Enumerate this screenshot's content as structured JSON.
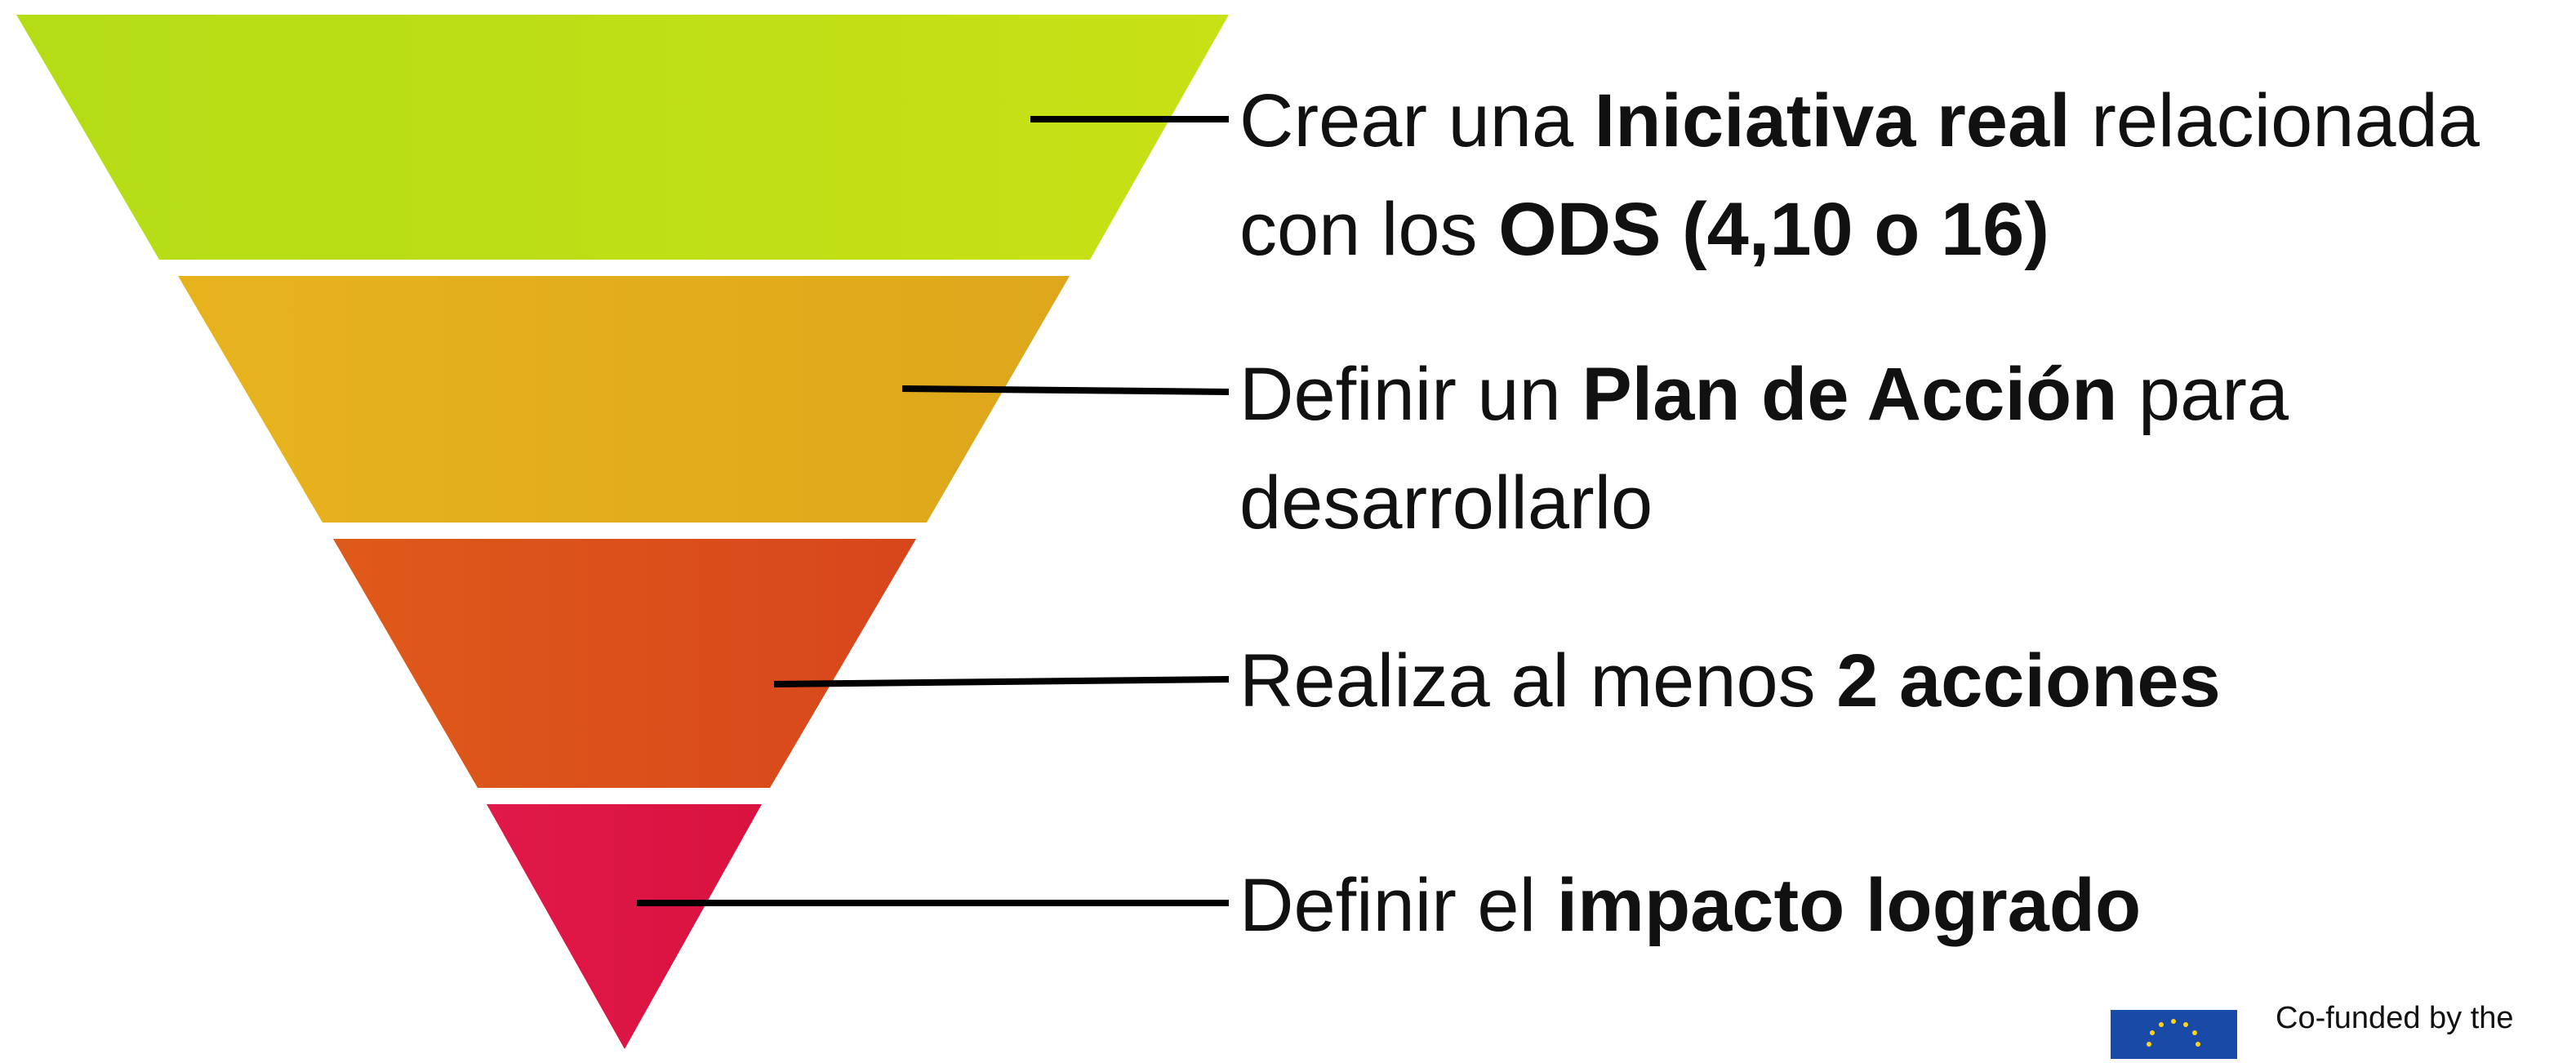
{
  "steps": [
    {
      "color_top": "#b4dd16",
      "color_bottom": "#c8e016",
      "runs": [
        {
          "text": "Crear una ",
          "bold": false
        },
        {
          "text": "Iniciativa real",
          "bold": true
        },
        {
          "text": " relacionada con los ",
          "bold": false
        },
        {
          "text": "ODS (4,10 o 16)",
          "bold": true
        }
      ]
    },
    {
      "color_top": "#e7b31d",
      "color_bottom": "#dea71c",
      "runs": [
        {
          "text": "Definir un ",
          "bold": false
        },
        {
          "text": "Plan de Acción",
          "bold": true
        },
        {
          "text": " para desarrollarlo",
          "bold": false
        }
      ]
    },
    {
      "color_top": "#de5a1a",
      "color_bottom": "#d8461c",
      "runs": [
        {
          "text": "Realiza al menos ",
          "bold": false
        },
        {
          "text": "2 acciones",
          "bold": true
        }
      ]
    },
    {
      "color_top": "#e0194a",
      "color_bottom": "#d9123f",
      "runs": [
        {
          "text": "Definir el ",
          "bold": false
        },
        {
          "text": "impacto logrado",
          "bold": true
        }
      ]
    }
  ],
  "eu_logo": {
    "text": "Co-funded by the",
    "flag_color": "#1a4aa8"
  }
}
